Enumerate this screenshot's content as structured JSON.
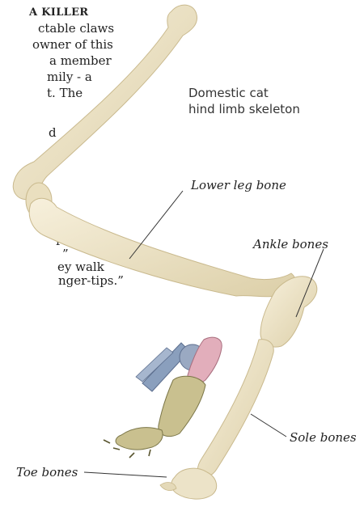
{
  "intro": {
    "heading": "A KILLER",
    "lines": [
      "ctable claws",
      "owner of this",
      "a member",
      "mily - a",
      "t. The",
      "",
      "d"
    ]
  },
  "quote": {
    "lines": [
      "re",
      "”",
      "ey walk",
      "nger-tips.”"
    ]
  },
  "title": {
    "line1": "Domestic cat",
    "line2": "hind limb skeleton"
  },
  "labels": {
    "lower_leg": "Lower leg bone",
    "ankle": "Ankle bones",
    "sole": "Sole bones",
    "toe": "Toe bones"
  },
  "colors": {
    "bone": "#efe6cc",
    "bone_shade": "#d2c39a",
    "leader": "#333333",
    "inset_bone": "#c9c08f",
    "inset_ankle": "#e2aebb",
    "inset_tendon": "#8a9fbd"
  }
}
